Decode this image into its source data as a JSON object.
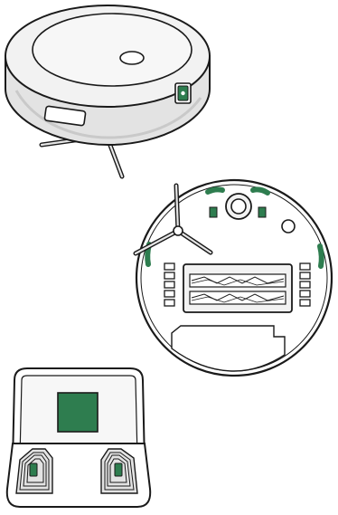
{
  "illustration": {
    "panels": [
      {
        "id": "robot-top",
        "subject": "robot-vacuum-top-view"
      },
      {
        "id": "robot-bottom",
        "subject": "robot-vacuum-underside-view"
      },
      {
        "id": "dock",
        "subject": "charging-dock"
      }
    ],
    "colors": {
      "outline": "#1a1a1a",
      "body_light": "#f2f2f2",
      "body_mid": "#e3e3e3",
      "body_shadow": "#c9c9c9",
      "accent_green": "#2e7d4f",
      "white": "#ffffff"
    }
  }
}
